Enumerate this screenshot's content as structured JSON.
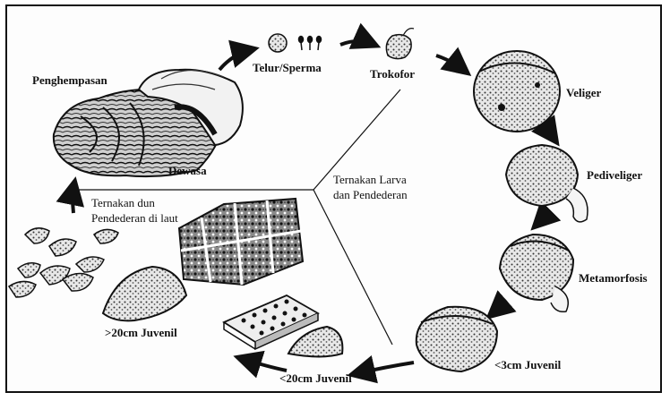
{
  "labels": {
    "telur": "Telur/Sperma",
    "trokofor": "Trokofor",
    "veliger": "Veliger",
    "pediveliger": "Pediveliger",
    "metamorfosis": "Metamorfosis",
    "juv_small": "<3cm Juvenil",
    "juv_mid": "<20cm Juvenil",
    "juv_big": ">20cm Juvenil",
    "penghempasan": "Penghempasan",
    "dewasa": "Dewasa",
    "sea_phase_line1": "Ternakan dun",
    "sea_phase_line2": "Pendederan di laut",
    "larva_phase_line1": "Ternakan Larva",
    "larva_phase_line2": "dan Pendederan"
  },
  "colors": {
    "ink": "#111111",
    "stipple": "#555555",
    "frame": "#111111"
  }
}
